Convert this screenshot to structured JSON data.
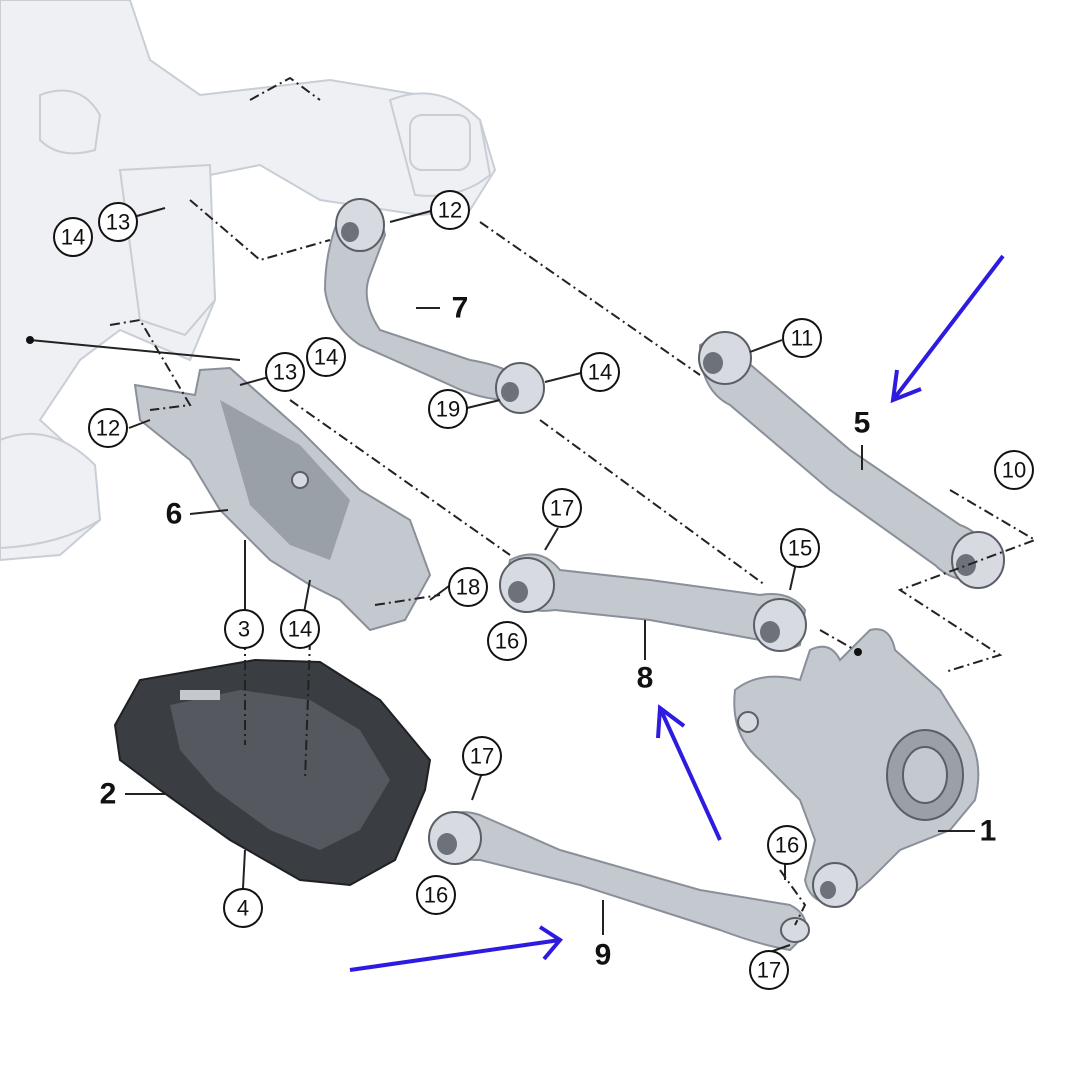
{
  "accent_color": "#2d1be0",
  "callouts": [
    {
      "id": "c14a",
      "text": "14"
    },
    {
      "id": "c13a",
      "text": "13"
    },
    {
      "id": "c12a",
      "text": "12"
    },
    {
      "id": "c11",
      "text": "11"
    },
    {
      "id": "c14b",
      "text": "14"
    },
    {
      "id": "c13b",
      "text": "13"
    },
    {
      "id": "c14c",
      "text": "14"
    },
    {
      "id": "c19",
      "text": "19"
    },
    {
      "id": "c12b",
      "text": "12"
    },
    {
      "id": "c10",
      "text": "10"
    },
    {
      "id": "c17a",
      "text": "17"
    },
    {
      "id": "c15",
      "text": "15"
    },
    {
      "id": "c18",
      "text": "18"
    },
    {
      "id": "c3",
      "text": "3"
    },
    {
      "id": "c14d",
      "text": "14"
    },
    {
      "id": "c16a",
      "text": "16"
    },
    {
      "id": "c17b",
      "text": "17"
    },
    {
      "id": "c16b",
      "text": "16"
    },
    {
      "id": "c16c",
      "text": "16"
    },
    {
      "id": "c4",
      "text": "4"
    },
    {
      "id": "c17c",
      "text": "17"
    }
  ],
  "labels": [
    {
      "id": "l7",
      "text": "7"
    },
    {
      "id": "l5",
      "text": "5"
    },
    {
      "id": "l6",
      "text": "6"
    },
    {
      "id": "l8",
      "text": "8"
    },
    {
      "id": "l2",
      "text": "2"
    },
    {
      "id": "l1",
      "text": "1"
    },
    {
      "id": "l9",
      "text": "9"
    }
  ],
  "arrows": [
    {
      "id": "arrow-to-5",
      "icon": "arrow-icon"
    },
    {
      "id": "arrow-to-8",
      "icon": "arrow-icon"
    },
    {
      "id": "arrow-to-9",
      "icon": "arrow-icon"
    }
  ]
}
